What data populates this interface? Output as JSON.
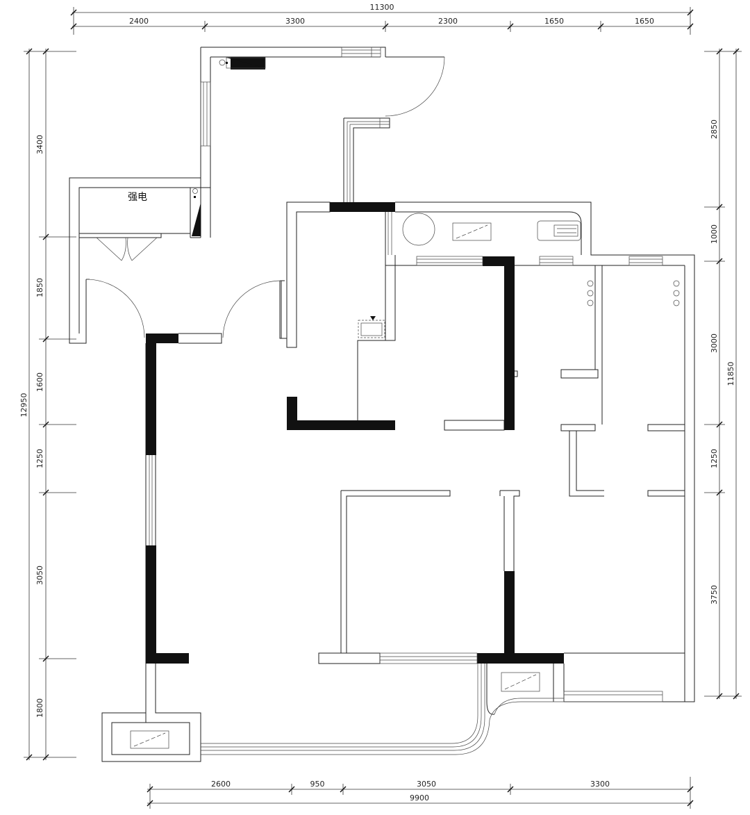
{
  "dimensions": {
    "top_total": "11300",
    "top_segments": [
      "2400",
      "3300",
      "2300",
      "1650",
      "1650"
    ],
    "bottom_total": "9900",
    "bottom_segments": [
      "2600",
      "950",
      "3050",
      "3300"
    ],
    "left_total": "12950",
    "left_segments": [
      "3400",
      "1850",
      "1600",
      "1250",
      "3050",
      "1800"
    ],
    "right_total": "11850",
    "right_segments": [
      "2850",
      "1000",
      "3000",
      "1250",
      "3750"
    ]
  },
  "rooms": {
    "electrical_room_label": "强电"
  }
}
